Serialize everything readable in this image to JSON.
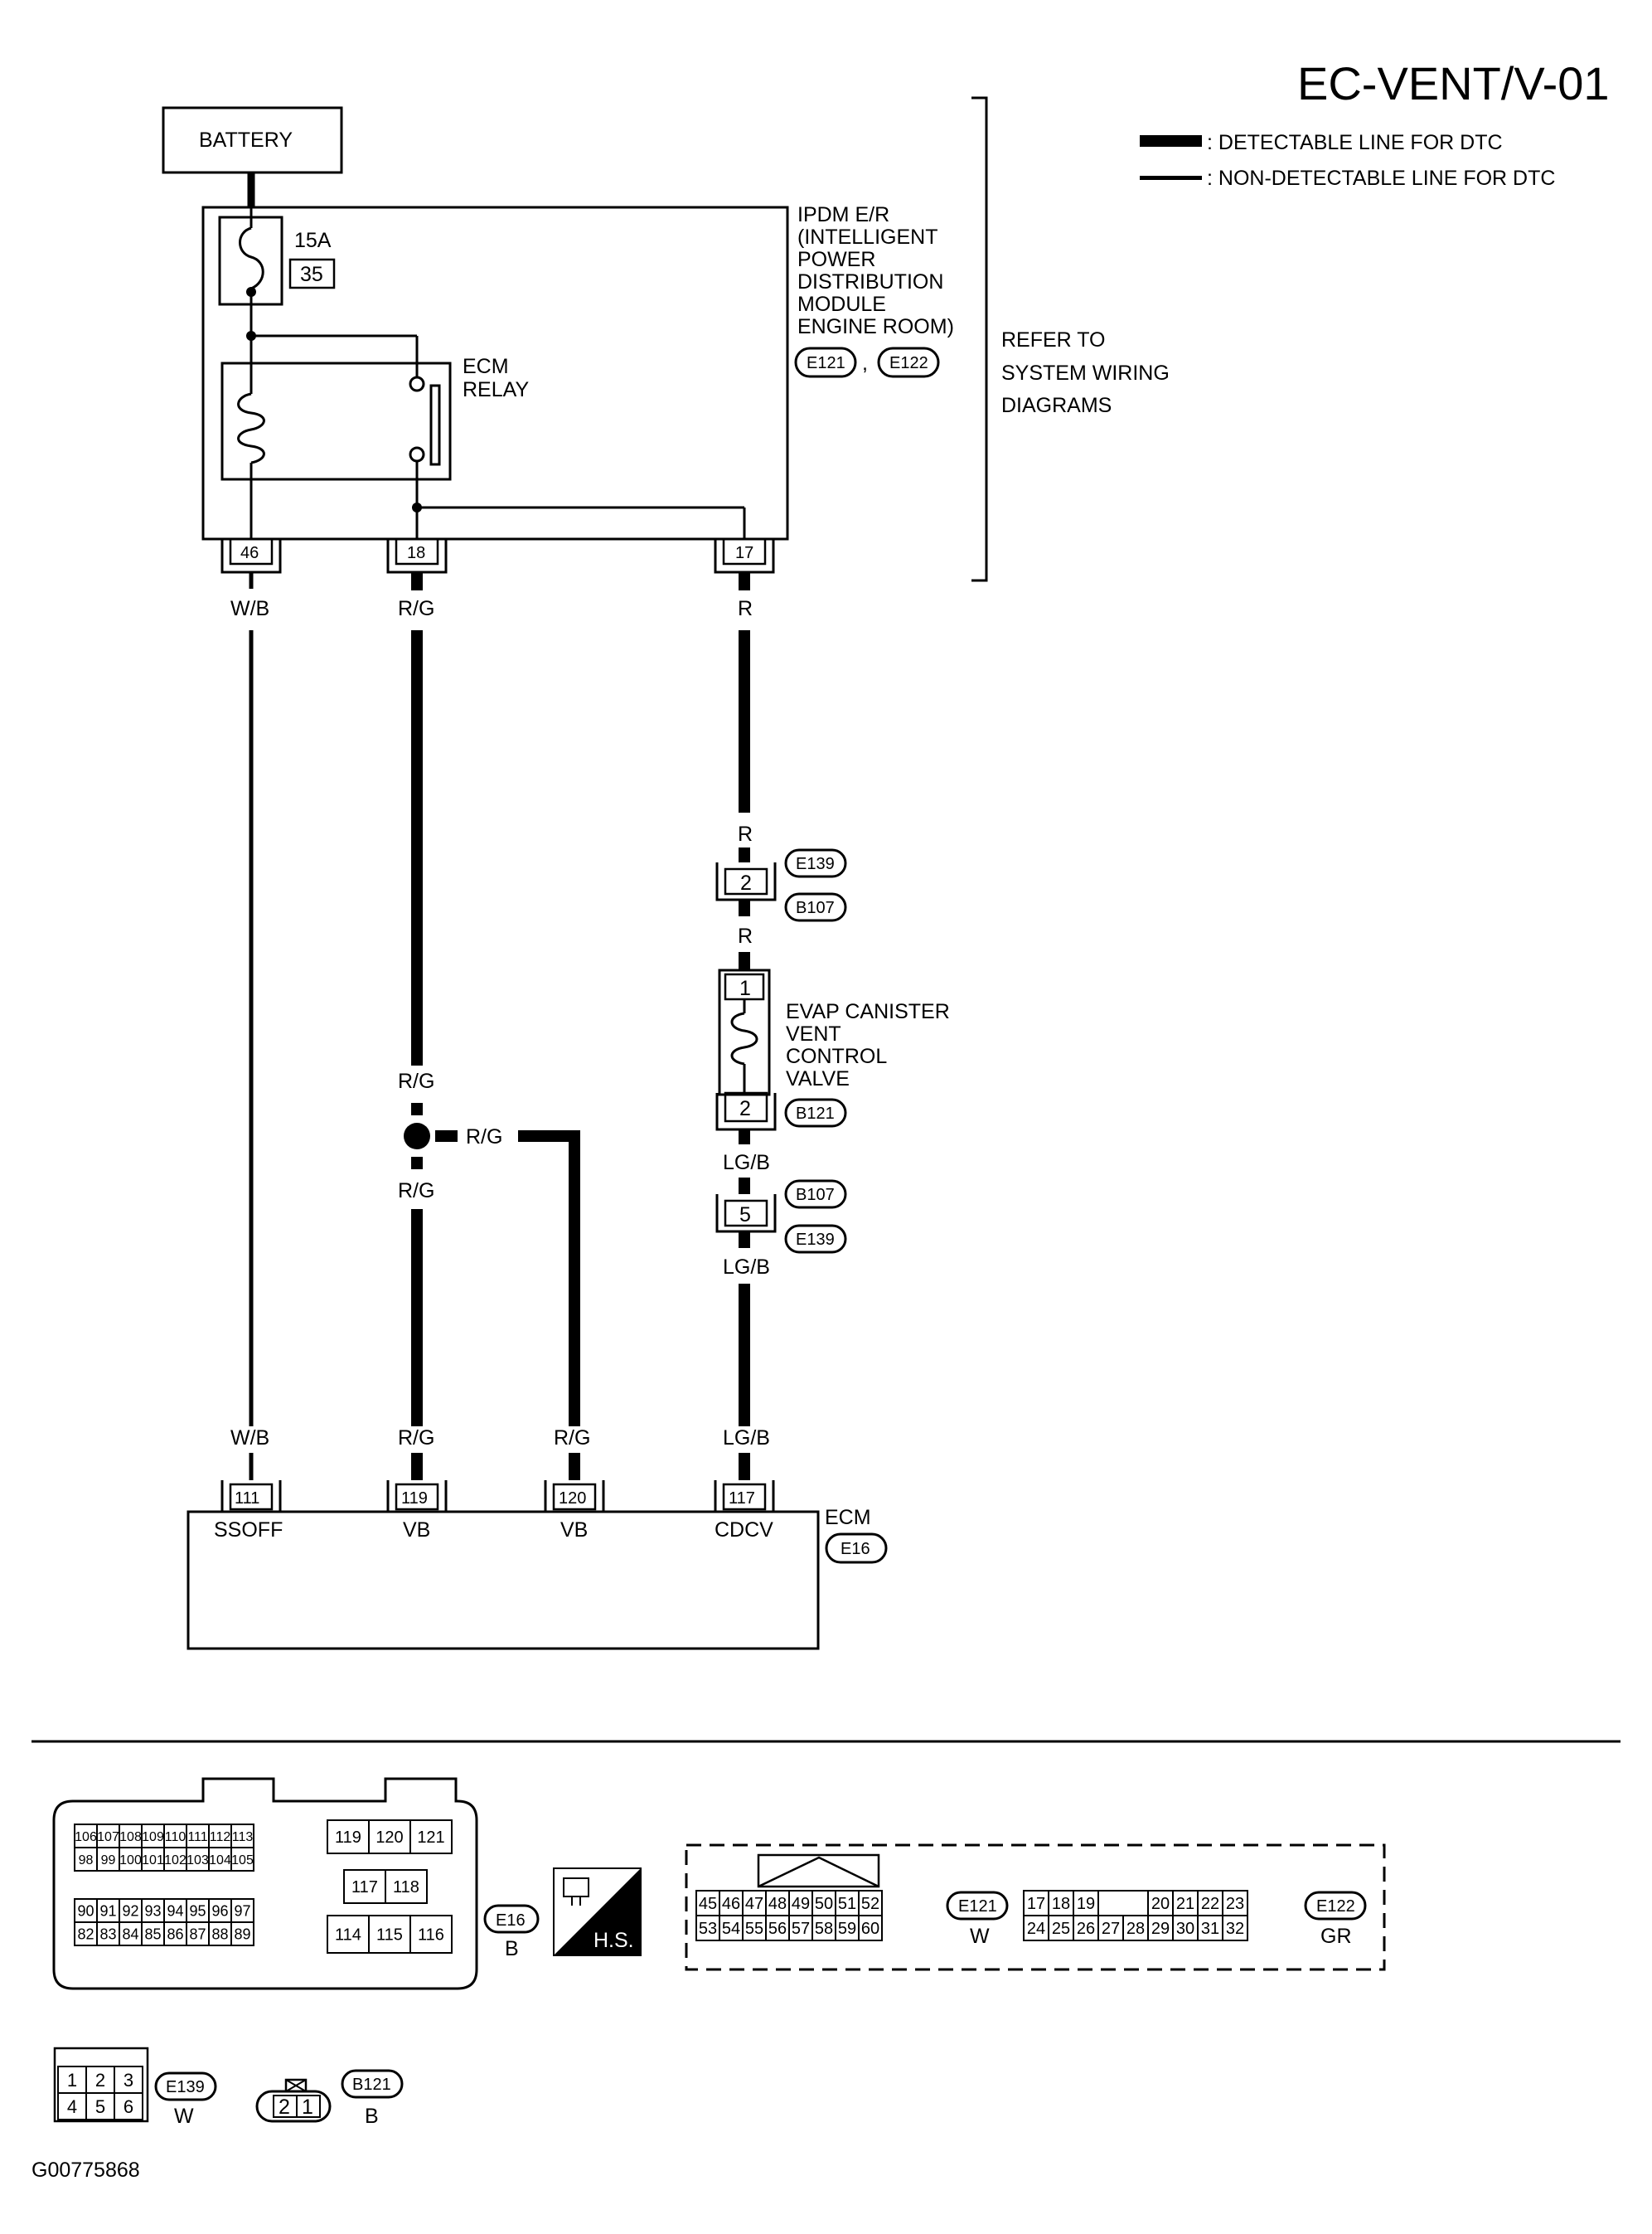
{
  "page": {
    "title": "EC-VENT/V-01",
    "figure_id": "G00775868"
  },
  "legend": {
    "detectable": ": DETECTABLE LINE FOR DTC",
    "non_detectable": ": NON-DETECTABLE LINE FOR DTC"
  },
  "battery": {
    "label": "BATTERY"
  },
  "ipdm": {
    "lines": [
      "IPDM E/R",
      "(INTELLIGENT",
      "POWER",
      "DISTRIBUTION",
      "MODULE",
      "ENGINE ROOM)"
    ],
    "connectors": [
      "E121",
      "E122"
    ],
    "connector_sep": ",",
    "fuse_rating": "15A",
    "fuse_number": "35",
    "relay_lines": [
      "ECM",
      "RELAY"
    ],
    "terminals": [
      "46",
      "18",
      "17"
    ]
  },
  "refer": {
    "lines": [
      "REFER TO",
      "SYSTEM WIRING",
      "DIAGRAMS"
    ]
  },
  "wires": {
    "wb": "W/B",
    "rg": "R/G",
    "r": "R",
    "lgb": "LG/B"
  },
  "connector_e139_b107": {
    "pin_upper": "2",
    "pin_lower": "5",
    "e139": "E139",
    "b107": "B107"
  },
  "valve": {
    "lines": [
      "EVAP CANISTER",
      "VENT",
      "CONTROL",
      "VALVE"
    ],
    "pin_top": "1",
    "pin_bottom": "2",
    "connector": "B121"
  },
  "ecm": {
    "label": "ECM",
    "connector": "E16",
    "terminals": [
      "111",
      "119",
      "120",
      "117"
    ],
    "signals": [
      "SSOFF",
      "VB",
      "VB",
      "CDCV"
    ]
  },
  "connector_views": {
    "e16": {
      "name": "E16",
      "color": "B",
      "rows_left_top": [
        [
          "106",
          "107",
          "108",
          "109",
          "110",
          "111",
          "112",
          "113"
        ],
        [
          "98",
          "99",
          "100",
          "101",
          "102",
          "103",
          "104",
          "105"
        ]
      ],
      "rows_left_bottom": [
        [
          "90",
          "91",
          "92",
          "93",
          "94",
          "95",
          "96",
          "97"
        ],
        [
          "82",
          "83",
          "84",
          "85",
          "86",
          "87",
          "88",
          "89"
        ]
      ],
      "right_top": [
        "119",
        "120",
        "121"
      ],
      "right_mid": [
        "117",
        "118"
      ],
      "right_bottom": [
        "114",
        "115",
        "116"
      ]
    },
    "hs_label": "H.S.",
    "e121": {
      "name": "E121",
      "color": "W",
      "top": [
        "45",
        "46",
        "47",
        "48",
        "49",
        "50",
        "51",
        "52"
      ],
      "bottom": [
        "53",
        "54",
        "55",
        "56",
        "57",
        "58",
        "59",
        "60"
      ]
    },
    "e122": {
      "name": "E122",
      "color": "GR",
      "top": [
        "17",
        "18",
        "19",
        "",
        "20",
        "21",
        "22",
        "23"
      ],
      "bottom": [
        "24",
        "25",
        "26",
        "27",
        "28",
        "29",
        "30",
        "31",
        "32"
      ]
    },
    "e139": {
      "name": "E139",
      "color": "W",
      "top": [
        "1",
        "2",
        "3"
      ],
      "bottom": [
        "4",
        "5",
        "6"
      ]
    },
    "b121": {
      "name": "B121",
      "color": "B",
      "pins": [
        "2",
        "1"
      ]
    }
  }
}
